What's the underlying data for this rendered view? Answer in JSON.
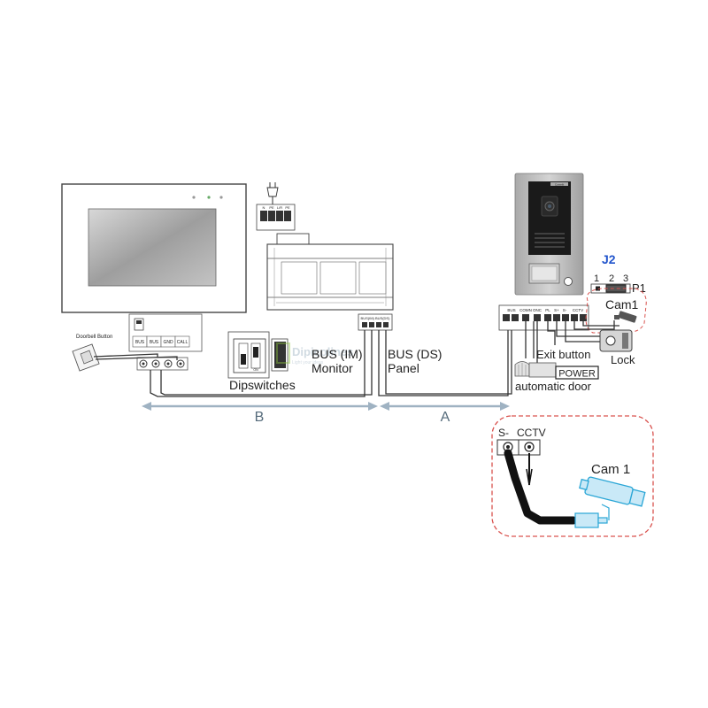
{
  "monitor": {
    "doorbell_label": "Doorbell Button",
    "terminals": [
      "BUS",
      "BUS",
      "GND",
      "CALL"
    ]
  },
  "power_supply": {
    "plug_terminals": [
      "N",
      "PE",
      "L/R",
      "PE"
    ],
    "output_header": "BUS(IM)   BUS(DS)",
    "bus_im_label": "BUS (IM)",
    "bus_im_sub": "Monitor",
    "bus_ds_label": "BUS (DS)",
    "bus_ds_sub": "Panel"
  },
  "dipswitches": {
    "label": "Dipswitches"
  },
  "watermark": {
    "text": "Dipicolines",
    "tagline": "Light your ideas"
  },
  "panel": {
    "brand_tag": "Comelit",
    "j2_label": "J2",
    "j2_pins": [
      "1",
      "2",
      "3"
    ],
    "p1_label": "P1",
    "terminals": [
      "BUS",
      "COMN",
      "ONC",
      "PL",
      "S+",
      "S-",
      "CCTV"
    ],
    "cam_label": "Cam1",
    "exit_button_label": "Exit button",
    "lock_label": "Lock",
    "power_label": "POWER",
    "automatic_door_label": "automatic door"
  },
  "distances": {
    "b_label": "B",
    "a_label": "A"
  },
  "detail": {
    "s_minus_label": "S-",
    "cctv_label": "CCTV",
    "cam_label": "Cam 1"
  },
  "colors": {
    "distance_arrow": "#9fb2c2",
    "dashed_outline": "#d9534f",
    "camera_fill": "#c9e9f7",
    "camera_stroke": "#2aa6d6",
    "panel_body": "#c8c8c8",
    "panel_face": "#1a1a1a",
    "jumper_highlight": "#2255cc"
  }
}
